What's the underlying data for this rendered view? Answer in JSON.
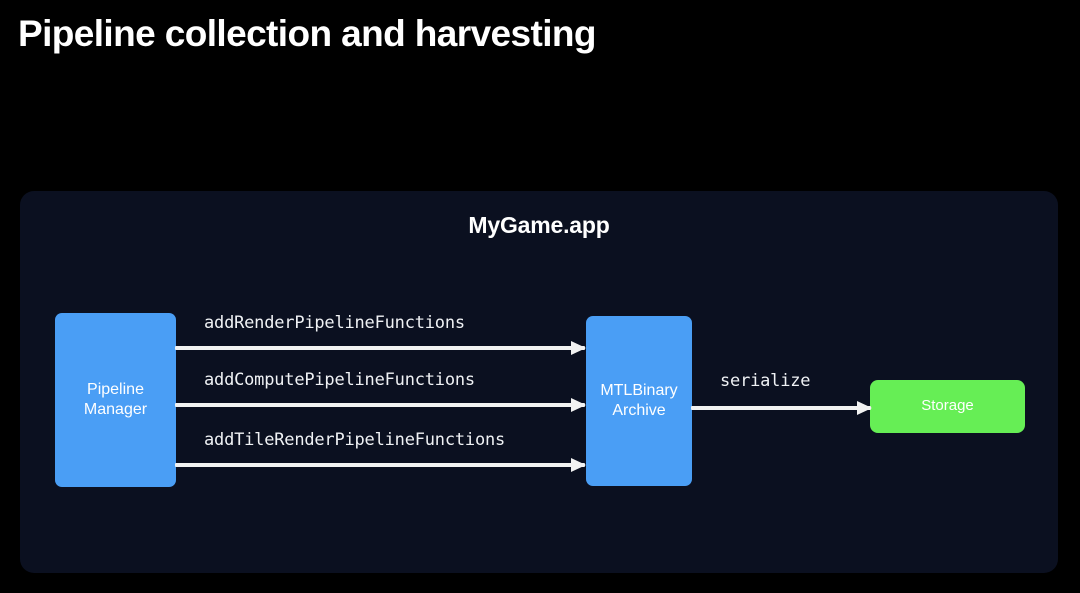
{
  "slide": {
    "title": "Pipeline collection and harvesting",
    "background_color": "#000000"
  },
  "panel": {
    "title": "MyGame.app",
    "background_color": "#0b1020"
  },
  "colors": {
    "node_blue": "#4a9ef5",
    "node_green": "#66ee55",
    "arrow": "#f2f2f2",
    "text": "#ffffff"
  },
  "diagram": {
    "type": "flow",
    "nodes": [
      {
        "id": "pipeline-manager",
        "label_line1": "Pipeline",
        "label_line2": "Manager",
        "color": "#4a9ef5"
      },
      {
        "id": "mtl-binary-archive",
        "label_line1": "MTLBinary",
        "label_line2": "Archive",
        "color": "#4a9ef5"
      },
      {
        "id": "storage",
        "label": "Storage",
        "color": "#66ee55"
      }
    ],
    "edges": [
      {
        "id": "render",
        "label": "addRenderPipelineFunctions",
        "from": "pipeline-manager",
        "to": "mtl-binary-archive"
      },
      {
        "id": "compute",
        "label": "addComputePipelineFunctions",
        "from": "pipeline-manager",
        "to": "mtl-binary-archive"
      },
      {
        "id": "tile",
        "label": "addTileRenderPipelineFunctions",
        "from": "pipeline-manager",
        "to": "mtl-binary-archive"
      },
      {
        "id": "serialize",
        "label": "serialize",
        "from": "mtl-binary-archive",
        "to": "storage"
      }
    ]
  }
}
